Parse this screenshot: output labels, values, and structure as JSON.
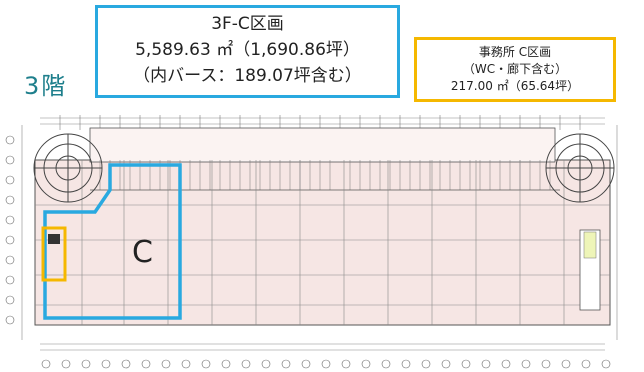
{
  "floor": {
    "label": "3階"
  },
  "area_c": {
    "title": "3F-C区画",
    "area": "5,589.63 ㎡（1,690.86坪）",
    "berth": "（内バース：189.07坪含む）",
    "zone_letter": "C"
  },
  "office": {
    "title": "事務所 C区画",
    "note": "（WC・廊下含む）",
    "area": "217.00 ㎡（65.64坪）"
  },
  "colors": {
    "area_c_border": "#29a9e0",
    "office_border": "#f5b800",
    "floor_label": "#1e7f8c",
    "floor_fill": "#f6e6e4",
    "plan_lines": "#555555"
  }
}
